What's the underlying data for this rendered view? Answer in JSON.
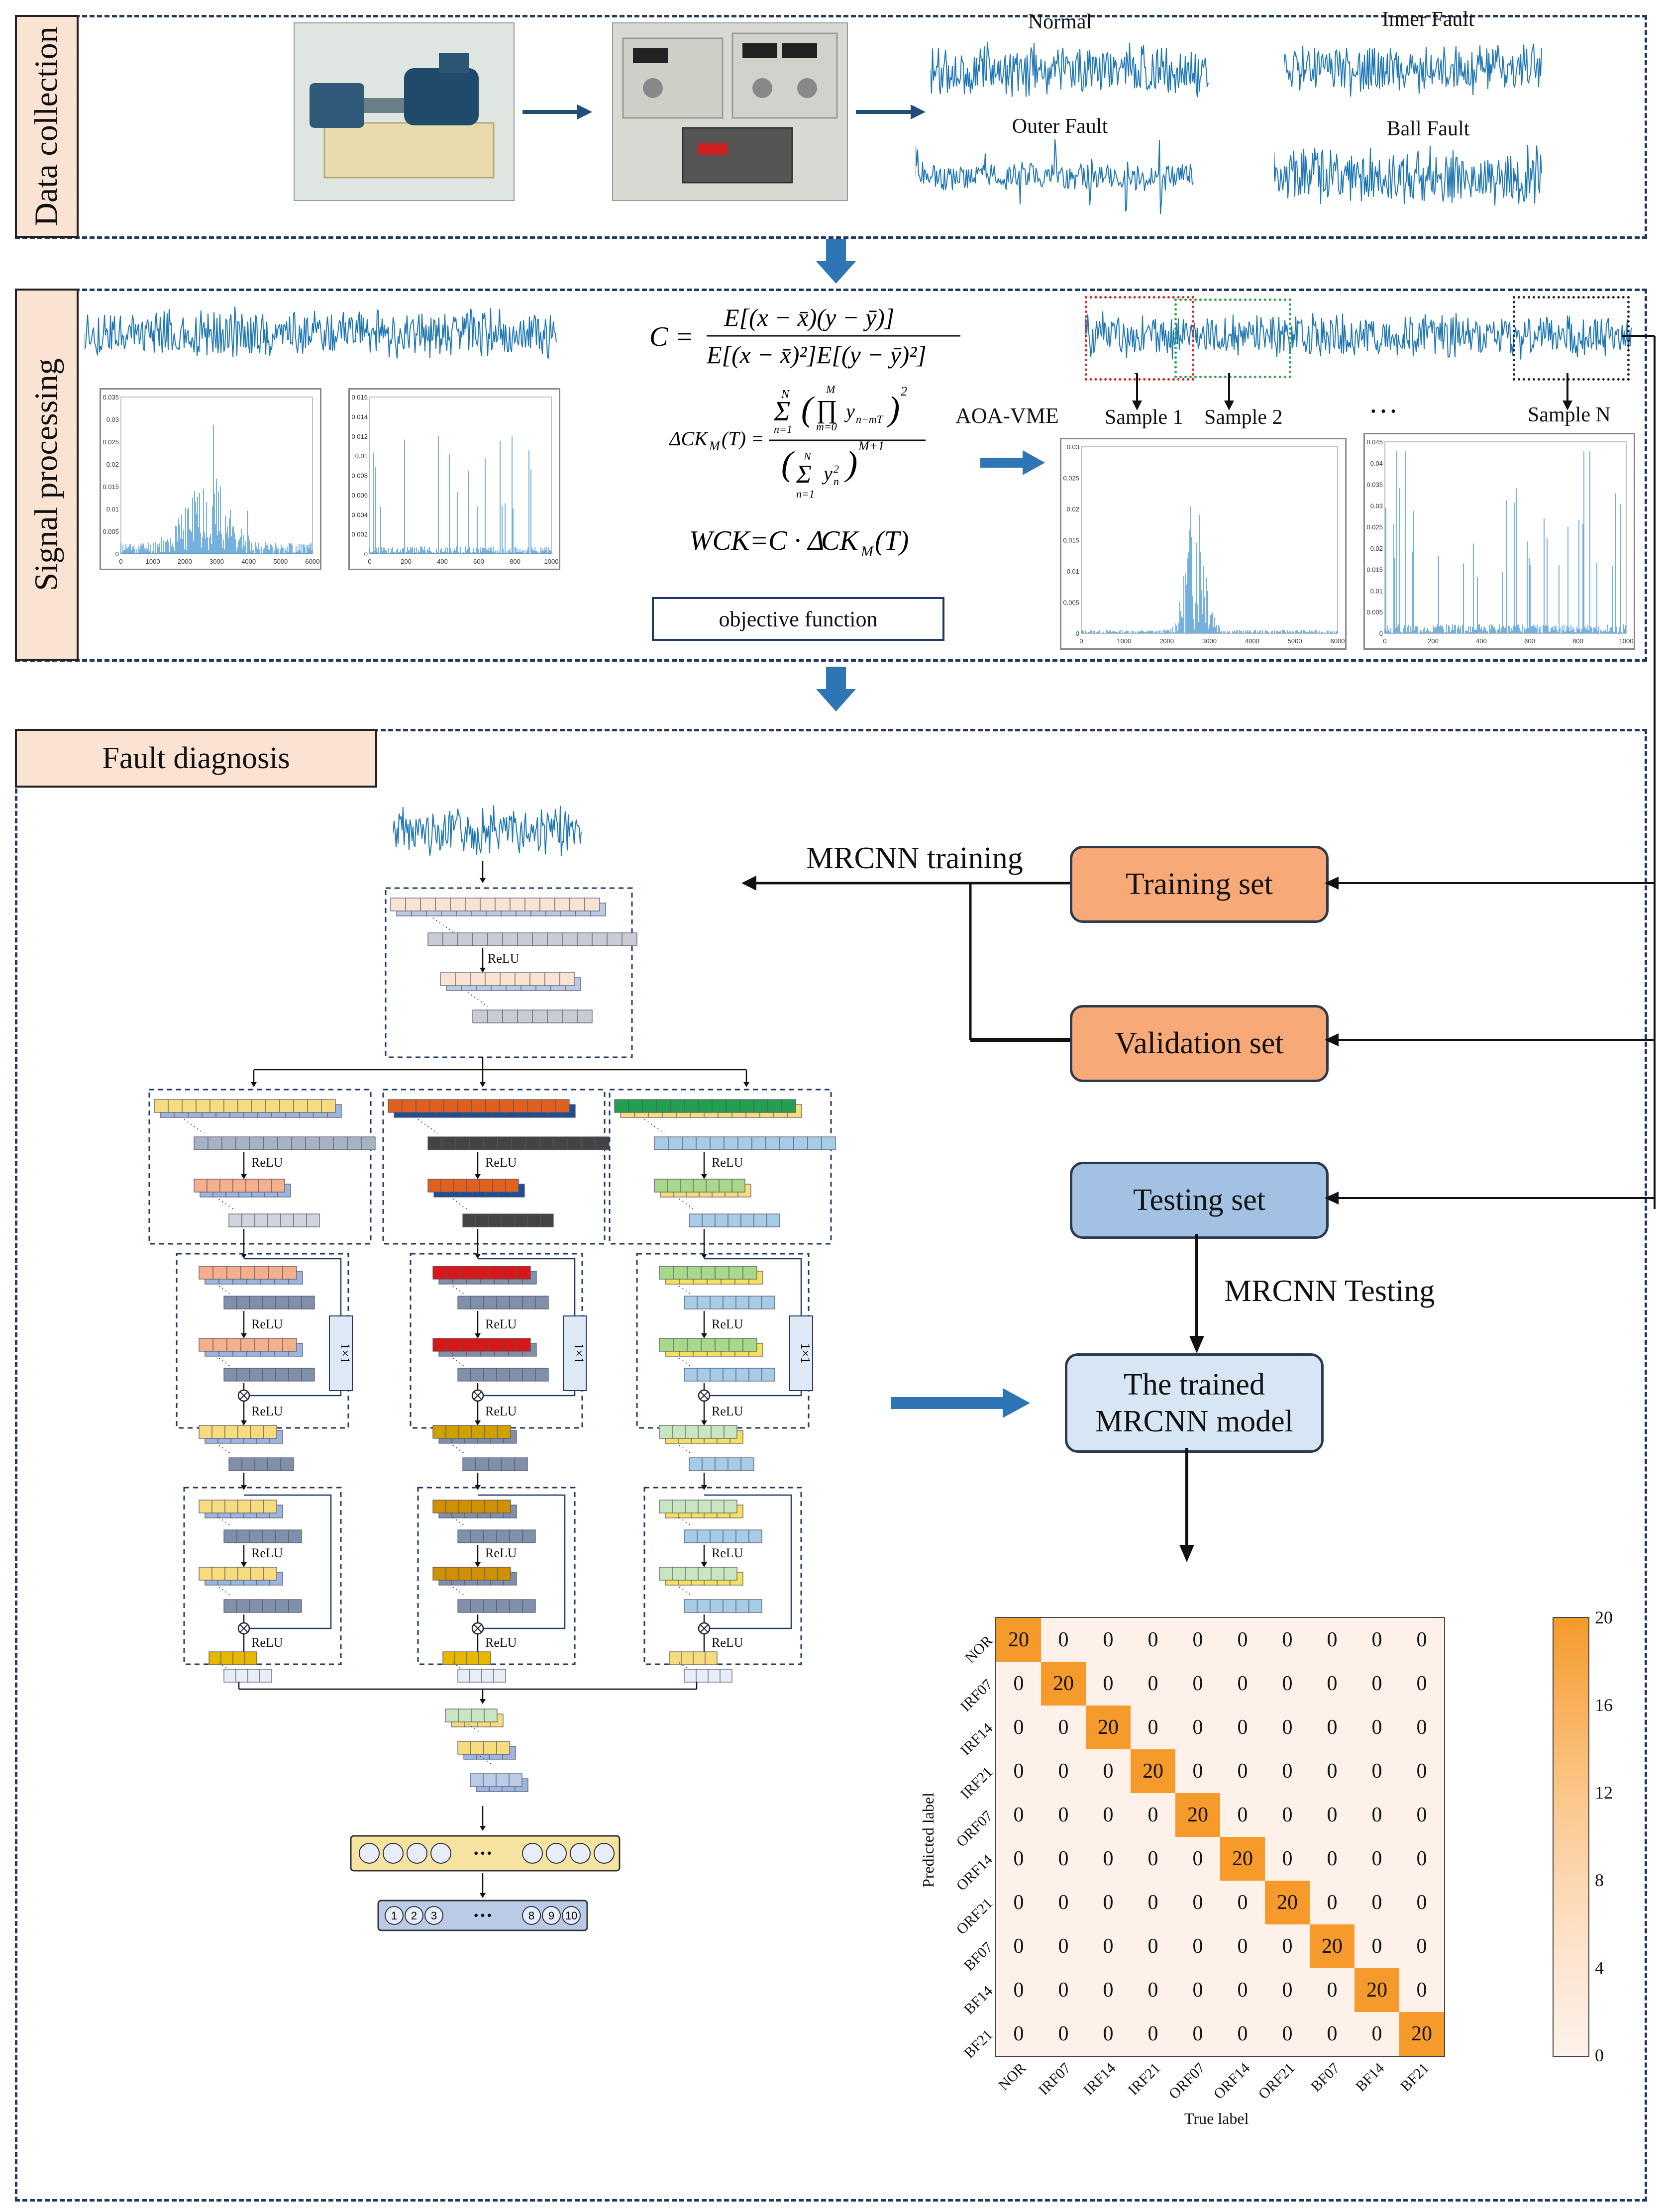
{
  "sections": {
    "data_collection": "Data collection",
    "signal_processing": "Signal processing",
    "fault_diagnosis": "Fault diagnosis"
  },
  "waveforms": {
    "normal": "Normal",
    "inner": "Inner Fault",
    "outer": "Outer Fault",
    "ball": "Ball Fault"
  },
  "formulas": {
    "corr": "C = E[(x − x̄)(y − ȳ)] / E[(x − x̄)²]E[(y − ȳ)²]",
    "ck": "ΔCK_M(T) = Σ(Π y_{n−mT})² / (Σ y_n²)^{M+1}",
    "wck": "WCK=C · ΔCK_M(T)",
    "objective": "objective function",
    "method": "AOA-VME"
  },
  "samples": {
    "s1": "Sample 1",
    "s2": "Sample 2",
    "ellipsis": "…",
    "sn": "Sample N"
  },
  "plots": {
    "left1": {
      "yticks": [
        "0.035",
        "0.03",
        "0.025",
        "0.02",
        "0.015",
        "0.01",
        "0.005",
        "0"
      ],
      "xticks": [
        "0",
        "1000",
        "2000",
        "3000",
        "4000",
        "5000",
        "6000"
      ]
    },
    "left2": {
      "yticks": [
        "0.016",
        "0.014",
        "0.012",
        "0.01",
        "0.008",
        "0.006",
        "0.004",
        "0.002",
        "0"
      ],
      "xticks": [
        "0",
        "200",
        "400",
        "600",
        "800",
        "1000"
      ]
    },
    "right1": {
      "yticks": [
        "0.03",
        "0.025",
        "0.02",
        "0.015",
        "0.01",
        "0.005",
        "0"
      ],
      "xticks": [
        "0",
        "1000",
        "2000",
        "3000",
        "4000",
        "5000",
        "6000"
      ]
    },
    "right2": {
      "yticks": [
        "0.045",
        "0.04",
        "0.035",
        "0.03",
        "0.025",
        "0.02",
        "0.015",
        "0.01",
        "0.005",
        "0"
      ],
      "xticks": [
        "0",
        "200",
        "400",
        "600",
        "800",
        "1000"
      ]
    }
  },
  "flow": {
    "training_set": "Training set",
    "validation_set": "Validation set",
    "testing_set": "Testing set",
    "mrcnn_training": "MRCNN training",
    "mrcnn_testing": "MRCNN Testing",
    "trained_model": "The trained MRCNN model"
  },
  "network": {
    "relu": "ReLU",
    "conv1x1": "1×1",
    "output_nodes": [
      "1",
      "2",
      "3",
      "8",
      "9",
      "10"
    ],
    "ellipsis": "···"
  },
  "confusion_matrix": {
    "xlabel": "True label",
    "ylabel": "Predicted label",
    "labels": [
      "NOR",
      "IRF07",
      "IRF14",
      "IRF21",
      "ORF07",
      "ORF14",
      "ORF21",
      "BF07",
      "BF14",
      "BF21"
    ],
    "values": [
      [
        20,
        0,
        0,
        0,
        0,
        0,
        0,
        0,
        0,
        0
      ],
      [
        0,
        20,
        0,
        0,
        0,
        0,
        0,
        0,
        0,
        0
      ],
      [
        0,
        0,
        20,
        0,
        0,
        0,
        0,
        0,
        0,
        0
      ],
      [
        0,
        0,
        0,
        20,
        0,
        0,
        0,
        0,
        0,
        0
      ],
      [
        0,
        0,
        0,
        0,
        20,
        0,
        0,
        0,
        0,
        0
      ],
      [
        0,
        0,
        0,
        0,
        0,
        20,
        0,
        0,
        0,
        0
      ],
      [
        0,
        0,
        0,
        0,
        0,
        0,
        20,
        0,
        0,
        0
      ],
      [
        0,
        0,
        0,
        0,
        0,
        0,
        0,
        20,
        0,
        0
      ],
      [
        0,
        0,
        0,
        0,
        0,
        0,
        0,
        0,
        20,
        0
      ],
      [
        0,
        0,
        0,
        0,
        0,
        0,
        0,
        0,
        0,
        20
      ]
    ],
    "colorbar_ticks": [
      "20",
      "16",
      "12",
      "8",
      "4",
      "0"
    ],
    "colors": {
      "high": "#f59a2b",
      "low": "#fdf1e9"
    }
  }
}
